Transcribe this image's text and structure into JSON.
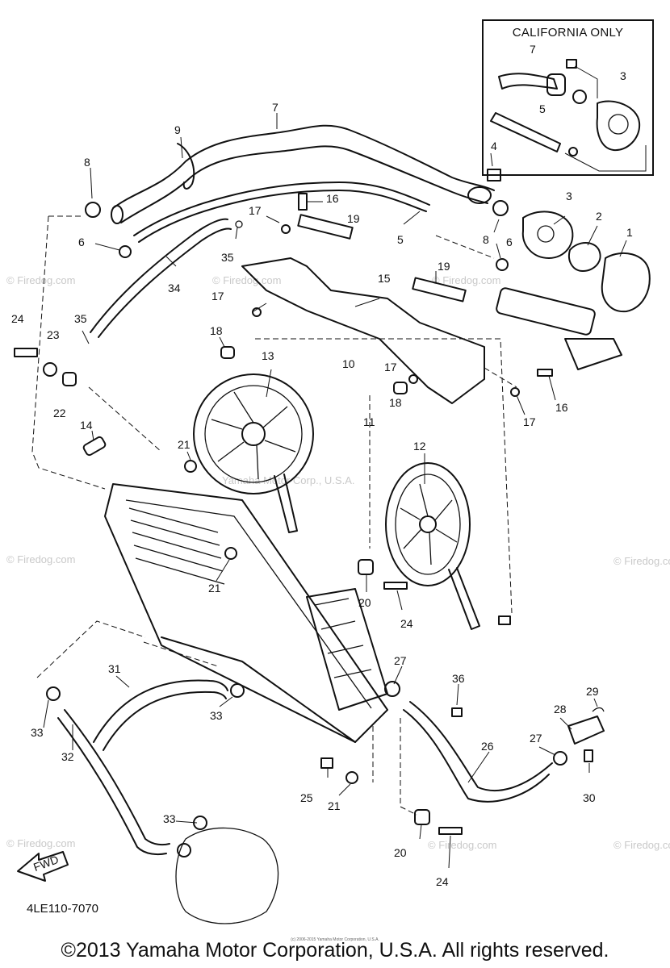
{
  "inset_title": "CALIFORNIA ONLY",
  "callouts": [
    "1",
    "2",
    "3",
    "3",
    "4",
    "5",
    "5",
    "6",
    "6",
    "7",
    "7",
    "8",
    "8",
    "9",
    "10",
    "11",
    "12",
    "13",
    "14",
    "15",
    "16",
    "16",
    "17",
    "17",
    "17",
    "17",
    "18",
    "18",
    "19",
    "19",
    "20",
    "20",
    "21",
    "21",
    "21",
    "22",
    "23",
    "24",
    "24",
    "24",
    "25",
    "26",
    "27",
    "27",
    "28",
    "29",
    "30",
    "31",
    "32",
    "33",
    "33",
    "33",
    "34",
    "35",
    "35",
    "36"
  ],
  "arrow_label": "FWD",
  "drawing_code": "4LE110-7070",
  "watermark_text": "© Firedog.com",
  "faint_watermark": "Yamaha Motor Corp., U.S.A.",
  "tiny_note": "(c) 2006-2015 Yamaha Motor Corporation, U.S.A.",
  "copyright": "©2013 Yamaha Motor Corporation, U.S.A. All rights reserved."
}
